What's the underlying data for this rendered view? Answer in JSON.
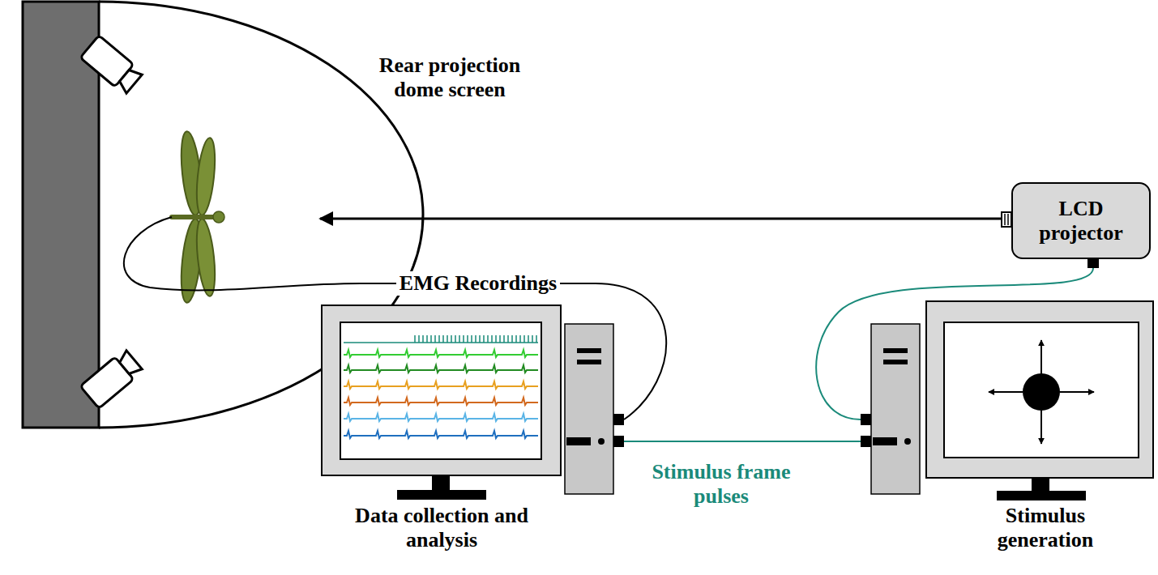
{
  "diagram": {
    "nodes": [
      {
        "text": [
          "Rear projection dome screen"
        ]
      },
      {
        "text": [
          "LCD projector"
        ]
      },
      {
        "text": [
          "Data collection and analysis"
        ]
      },
      {
        "text": [
          "Stimulus generation"
        ]
      }
    ],
    "edges": [
      {
        "from": 0,
        "to": 2,
        "label": "EMG Recordings",
        "arrow": "none"
      },
      {
        "from": 1,
        "to": 0,
        "arrow": "to"
      },
      {
        "from": 1,
        "to": 3,
        "arrow": "none"
      },
      {
        "from": 3,
        "to": 2,
        "label": "Stimulus frame pulses",
        "arrow": "none"
      }
    ]
  }
}
